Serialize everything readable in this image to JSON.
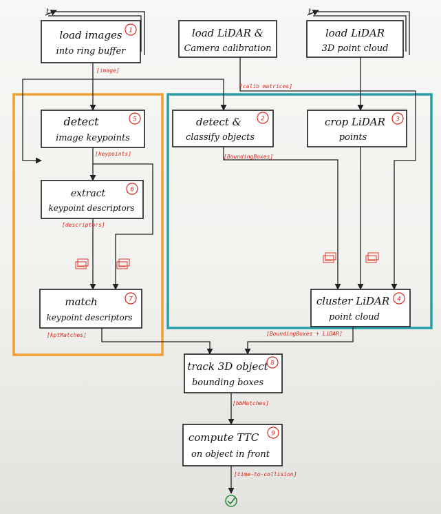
{
  "boxes": {
    "load_images": {
      "line1": "load images",
      "line2": "into ring buffer",
      "num": "1"
    },
    "load_calib": {
      "line1": "load LiDAR &",
      "line2": "Camera calibration"
    },
    "load_lidar": {
      "line1": "load LiDAR",
      "line2": "3D point cloud"
    },
    "detect_keypoints": {
      "line1": "detect",
      "line2": "image keypoints",
      "num": "5"
    },
    "detect_classify": {
      "line1": "detect &",
      "line2": "classify objects",
      "num": "2"
    },
    "crop_lidar": {
      "line1": "crop LiDAR",
      "line2": "points",
      "num": "3"
    },
    "extract_descriptors": {
      "line1": "extract",
      "line2": "keypoint descriptors",
      "num": "6"
    },
    "match_descriptors": {
      "line1": "match",
      "line2": "keypoint descriptors",
      "num": "7"
    },
    "cluster_lidar": {
      "line1": "cluster LiDAR",
      "line2": "point cloud",
      "num": "4"
    },
    "track_objects": {
      "line1": "track 3D object",
      "line2": "bounding boxes",
      "num": "8"
    },
    "compute_ttc": {
      "line1": "compute TTC",
      "line2": "on object in front",
      "num": "9"
    }
  },
  "labels": {
    "image": "[image]",
    "calib_matrices": "[calib matrices]",
    "keypoints": "[keypoints]",
    "bounding_boxes": "[BoundingBoxes]",
    "descriptors": "[descriptors]",
    "kpt_matches": "[kptMatches]",
    "bbox_lidar": "[BoundingBoxes + LiDAR]",
    "bb_matches": "[bbMatches]",
    "time_to_collision": "[time-to-collision]"
  },
  "time_marker": "t",
  "icons": {
    "done": "checkmark-circle-icon",
    "frame_pair": "frame-pair-icon"
  },
  "colors": {
    "orange_frame": "#f0a030",
    "teal_frame": "#2a9ea8",
    "annotation_red": "#d9261c",
    "ink": "#1a1a1a"
  }
}
